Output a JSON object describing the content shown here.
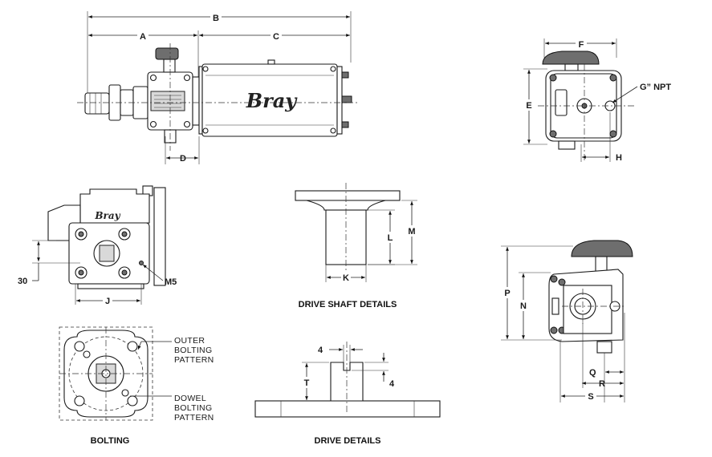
{
  "dimension_labels": {
    "A": "A",
    "B": "B",
    "C": "C",
    "D": "D",
    "E": "E",
    "F": "F",
    "H": "H",
    "G": "G” NPT",
    "J": "J",
    "M5": "M5",
    "thirty": "30",
    "K": "K",
    "L": "L",
    "M": "M",
    "N": "N",
    "P": "P",
    "Q": "Q",
    "R": "R",
    "S": "S",
    "T": "T",
    "four_top": "4",
    "four_side": "4"
  },
  "brand": {
    "logo_text": "Bray"
  },
  "notes": {
    "outer_line1": "OUTER",
    "outer_line2": "BOLTING",
    "outer_line3": "PATTERN",
    "dowel_line1": "DOWEL",
    "dowel_line2": "BOLTING",
    "dowel_line3": "PATTERN"
  },
  "captions": {
    "drive_shaft": "DRIVE SHAFT DETAILS",
    "bolting": "BOLTING",
    "drive": "DRIVE DETAILS"
  },
  "colors": {
    "line": "#1a1a1a",
    "fill": "#ffffff",
    "shade": "#6e6e6e"
  }
}
